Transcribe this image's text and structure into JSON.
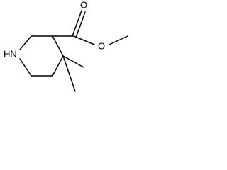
{
  "molecule": {
    "atoms": {
      "nitrogen": "HN",
      "carbonyl_oxygen": "O",
      "ester_oxygen": "O"
    },
    "colors": {
      "bond": "#000000",
      "label": "#000000",
      "background": "#ffffff"
    }
  }
}
